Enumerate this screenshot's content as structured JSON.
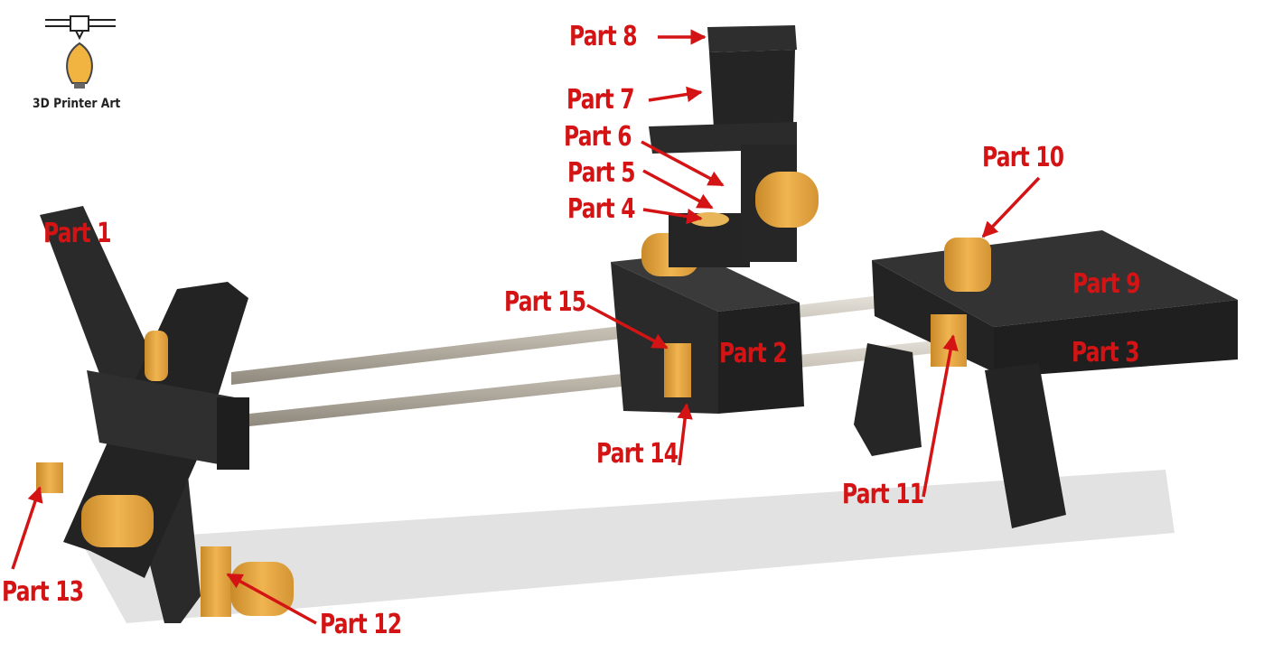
{
  "logo": {
    "text": "3D Printer Art",
    "icon": "printer-nozzle-lightbulb-icon"
  },
  "colors": {
    "label": "#d41414",
    "part_black": "#2b2b2b",
    "part_orange": "#e8a840",
    "rod": "#c9c3b8"
  },
  "labels": {
    "part1": "Part 1",
    "part2": "Part 2",
    "part3": "Part 3",
    "part4": "Part 4",
    "part5": "Part 5",
    "part6": "Part 6",
    "part7": "Part 7",
    "part8": "Part 8",
    "part9": "Part 9",
    "part10": "Part 10",
    "part11": "Part 11",
    "part12": "Part 12",
    "part13": "Part 13",
    "part14": "Part 14",
    "part15": "Part 15"
  }
}
